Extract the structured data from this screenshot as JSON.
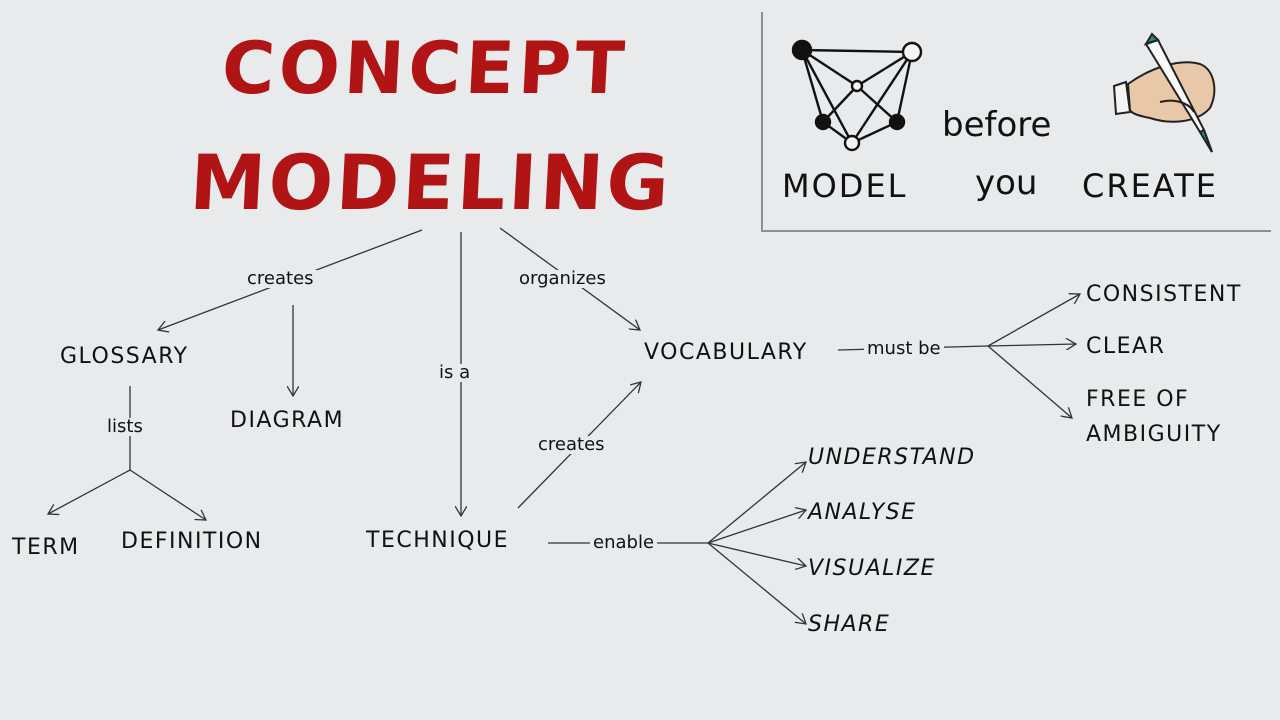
{
  "title": {
    "line1": "CONCEPT",
    "line2": "MODELING"
  },
  "banner": {
    "word1": "before",
    "word2": "MODEL",
    "word3": "you",
    "word4": "CREATE",
    "left_icon": "network-icon",
    "right_icon": "hand-pencil-icon"
  },
  "nodes": {
    "glossary": "GLOSSARY",
    "diagram": "DIAGRAM",
    "term": "TERM",
    "definition": "DEFINITION",
    "technique": "TECHNIQUE",
    "vocabulary": "VOCABULARY",
    "consistent": "CONSISTENT",
    "clear": "CLEAR",
    "free_line1": "FREE OF",
    "free_line2": "AMBIGUITY",
    "understand": "UNDERSTAND",
    "analyse": "ANALYSE",
    "visualize": "VISUALIZE",
    "share": "SHARE"
  },
  "edges": {
    "creates_left": "creates",
    "organizes": "organizes",
    "is_a": "is a",
    "lists": "lists",
    "creates_mid": "creates",
    "must_be": "must be",
    "enable": "enable"
  },
  "colors": {
    "title": "#b01414",
    "ink": "#111111",
    "panel_border": "#8a9090",
    "background": "#e9eaeb"
  }
}
